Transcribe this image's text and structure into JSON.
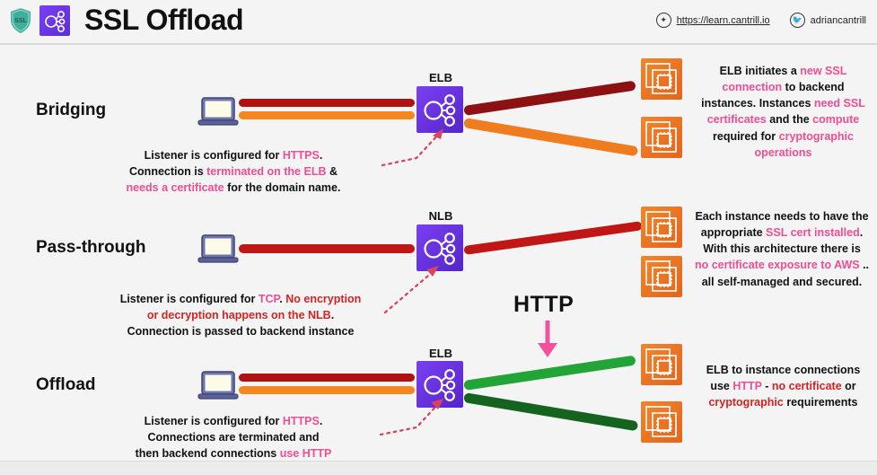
{
  "header": {
    "title": "SSL Offload",
    "shield_text": "SSL",
    "logo_name": "elb-logo",
    "url": "https://learn.cantrill.io",
    "twitter_handle": "adriancantrill"
  },
  "colors": {
    "accent_purple": "#6b34ee",
    "ec2_orange": "#e8701f",
    "dark_red": "#8b1112",
    "bright_red": "#c01616",
    "orange_line": "#f08421",
    "bright_green": "#22a436",
    "dark_green": "#14641f",
    "pink": "#ef4d94",
    "red_text": "#d62222",
    "background": "#f4f4f4"
  },
  "rows": [
    {
      "label": "Bridging",
      "lb_label": "ELB",
      "left_note": [
        [
          {
            "t": "Listener is configured for ",
            "c": "k"
          },
          {
            "t": "HTTPS",
            "c": "p"
          },
          {
            "t": ".",
            "c": "k"
          }
        ],
        [
          {
            "t": "Connection is ",
            "c": "k"
          },
          {
            "t": "terminated on the ELB",
            "c": "p"
          },
          {
            "t": " &",
            "c": "k"
          }
        ],
        [
          {
            "t": "needs a certificate",
            "c": "p"
          },
          {
            "t": " for the domain name.",
            "c": "k"
          }
        ]
      ],
      "right_note": [
        [
          {
            "t": "ELB initiates a ",
            "c": "k"
          },
          {
            "t": "new SSL",
            "c": "p"
          }
        ],
        [
          {
            "t": "connection",
            "c": "p"
          },
          {
            "t": " to backend",
            "c": "k"
          }
        ],
        [
          {
            "t": "instances. Instances ",
            "c": "k"
          },
          {
            "t": "need SSL",
            "c": "p"
          }
        ],
        [
          {
            "t": "certificates",
            "c": "p"
          },
          {
            "t": " and the ",
            "c": "k"
          },
          {
            "t": "compute",
            "c": "p"
          }
        ],
        [
          {
            "t": "required for ",
            "c": "k"
          },
          {
            "t": "cryptographic",
            "c": "p"
          }
        ],
        [
          {
            "t": "operations",
            "c": "p"
          }
        ]
      ]
    },
    {
      "label": "Pass-through",
      "lb_label": "NLB",
      "left_note": [
        [
          {
            "t": "Listener is configured for ",
            "c": "k"
          },
          {
            "t": "TCP",
            "c": "p"
          },
          {
            "t": ". ",
            "c": "k"
          },
          {
            "t": "No encryption",
            "c": "r"
          }
        ],
        [
          {
            "t": "or decryption happens on the NLB",
            "c": "r"
          },
          {
            "t": ".",
            "c": "k"
          }
        ],
        [
          {
            "t": "Connection is passed to backend instance",
            "c": "k"
          }
        ]
      ],
      "right_note": [
        [
          {
            "t": "Each instance needs to have the",
            "c": "k"
          }
        ],
        [
          {
            "t": "appropriate ",
            "c": "k"
          },
          {
            "t": "SSL cert installed",
            "c": "p"
          },
          {
            "t": ".",
            "c": "k"
          }
        ],
        [
          {
            "t": "With this architecture there is",
            "c": "k"
          }
        ],
        [
          {
            "t": "no certificate exposure to AWS",
            "c": "p"
          },
          {
            "t": " ..",
            "c": "k"
          }
        ],
        [
          {
            "t": "all self-managed and secured.",
            "c": "k"
          }
        ]
      ]
    },
    {
      "label": "Offload",
      "lb_label": "ELB",
      "left_note": [
        [
          {
            "t": "Listener is configured for ",
            "c": "k"
          },
          {
            "t": "HTTPS",
            "c": "p"
          },
          {
            "t": ".",
            "c": "k"
          }
        ],
        [
          {
            "t": "Connections are terminated and",
            "c": "k"
          }
        ],
        [
          {
            "t": "then backend connections ",
            "c": "k"
          },
          {
            "t": "use HTTP",
            "c": "p"
          }
        ]
      ],
      "right_note": [
        [
          {
            "t": "ELB to instance connections",
            "c": "k"
          }
        ],
        [
          {
            "t": "use ",
            "c": "k"
          },
          {
            "t": "HTTP",
            "c": "p"
          },
          {
            "t": " - ",
            "c": "k"
          },
          {
            "t": "no certificate",
            "c": "r"
          },
          {
            "t": " or",
            "c": "k"
          }
        ],
        [
          {
            "t": "cryptographic",
            "c": "r"
          },
          {
            "t": " requirements",
            "c": "k"
          }
        ]
      ]
    }
  ],
  "http_annotation": {
    "label": "HTTP",
    "arrow": "down-arrow"
  }
}
